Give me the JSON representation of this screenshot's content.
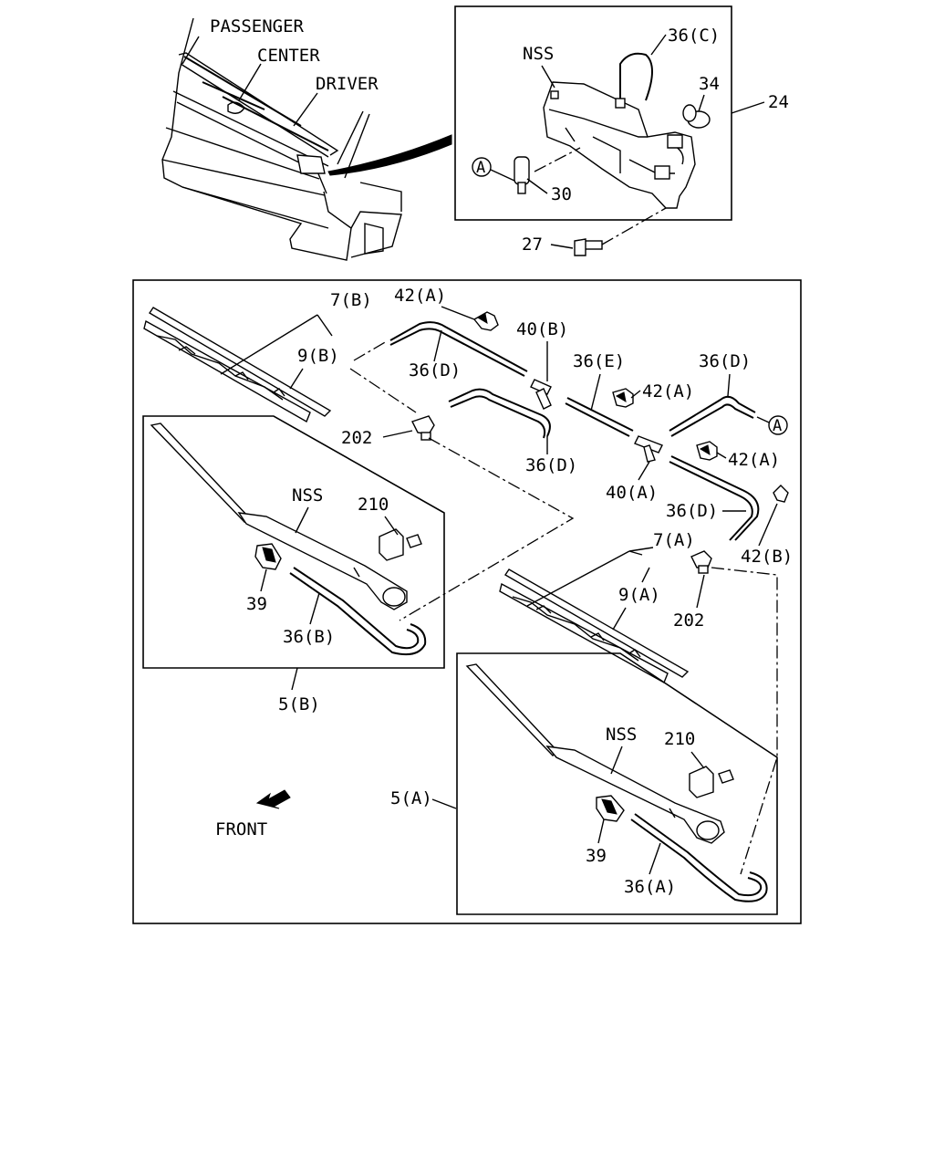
{
  "labels": {
    "passenger": "PASSENGER",
    "center": "CENTER",
    "driver": "DRIVER",
    "nss_top": "NSS",
    "p36c": "36(C)",
    "p34": "34",
    "p24": "24",
    "circleA": "A",
    "p30": "30",
    "p27": "27",
    "p7b": "7(B)",
    "p42a_1": "42(A)",
    "p40b": "40(B)",
    "p9b": "9(B)",
    "p36d_1": "36(D)",
    "p36e": "36(E)",
    "p36d_2": "36(D)",
    "p42a_2": "42(A)",
    "p202_1": "202",
    "p36d_3": "36(D)",
    "p42a_3": "42(A)",
    "p40a": "40(A)",
    "nss_left": "NSS",
    "p210_left": "210",
    "p36d_4": "36(D)",
    "p7a": "7(A)",
    "p42b": "42(B)",
    "p9a": "9(A)",
    "p39_left": "39",
    "p36b": "36(B)",
    "p202_2": "202",
    "p5b": "5(B)",
    "nss_right": "NSS",
    "p210_right": "210",
    "p5a": "5(A)",
    "front": "FRONT",
    "p39_right": "39",
    "p36a": "36(A)"
  },
  "icons": {
    "front_arrow": "front-arrow-icon",
    "circle_a_marker": "circle-a-icon"
  }
}
